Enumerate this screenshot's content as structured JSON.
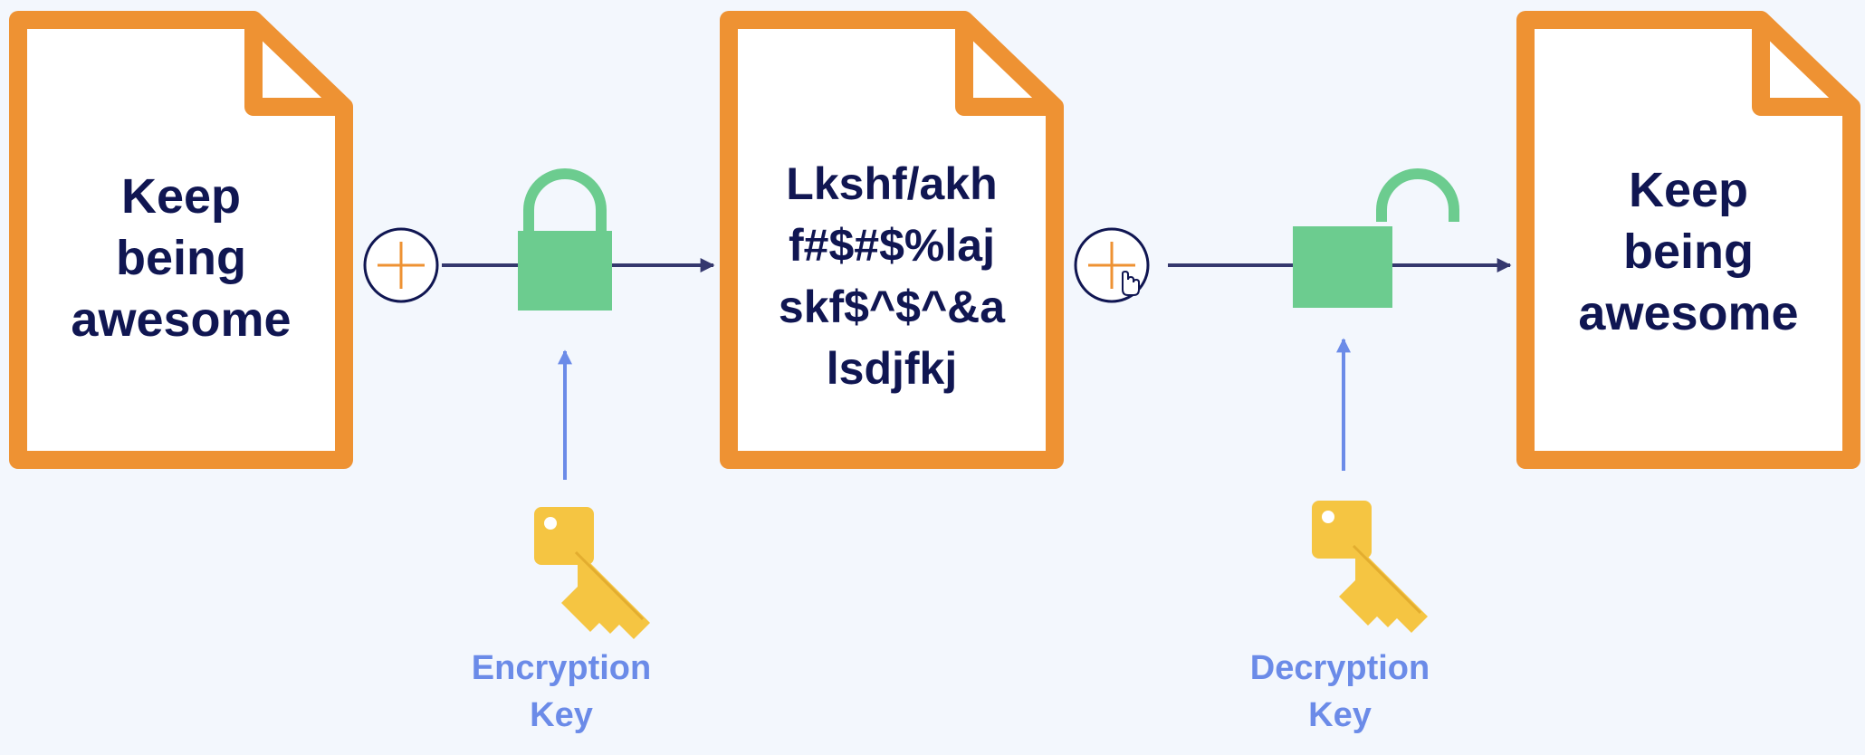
{
  "documents": {
    "plaintext_input": [
      "Keep",
      "being",
      "awesome"
    ],
    "ciphertext": [
      "Lkshf/akh",
      "f#$#$%laj",
      "skf$^$^&a",
      "lsdjfkj"
    ],
    "plaintext_output": [
      "Keep",
      "being",
      "awesome"
    ]
  },
  "encryption_key": {
    "label": [
      "Encryption",
      "Key"
    ],
    "icon": "key-icon"
  },
  "decryption_key": {
    "label": [
      "Decryption",
      "Key"
    ],
    "icon": "key-icon"
  },
  "operators": [
    {
      "icon": "plus-circle-icon"
    },
    {
      "icon": "plus-circle-icon"
    }
  ],
  "locks": [
    {
      "icon": "lock-closed-icon",
      "state": "locked"
    },
    {
      "icon": "lock-open-icon",
      "state": "unlocked"
    }
  ],
  "colors": {
    "background": "#f3f7fd",
    "document_border": "#ee9233",
    "text": "#101652",
    "flow_arrow": "#35386e",
    "key_arrow": "#6b8be8",
    "lock": "#6ccc8f",
    "key": "#f5c542",
    "operator_plus": "#ee9233"
  }
}
